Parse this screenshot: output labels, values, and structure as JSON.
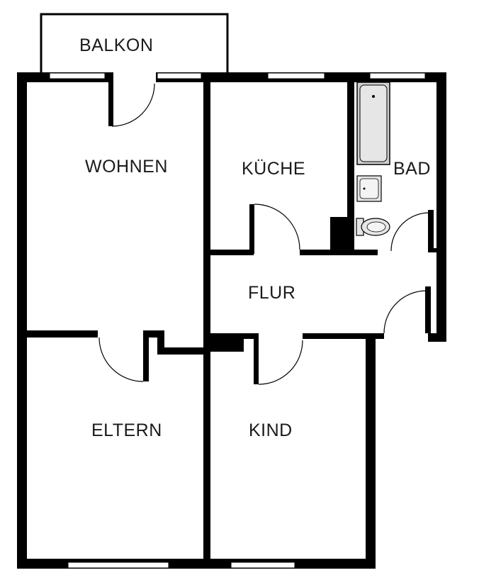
{
  "rooms": {
    "balkon": "BALKON",
    "wohnen": "WOHNEN",
    "kueche": "KÜCHE",
    "bad": "BAD",
    "flur": "FLUR",
    "eltern": "ELTERN",
    "kind": "KIND"
  },
  "colors": {
    "wall": "#000000",
    "background": "#ffffff",
    "fixture": "#e6e6e6"
  }
}
